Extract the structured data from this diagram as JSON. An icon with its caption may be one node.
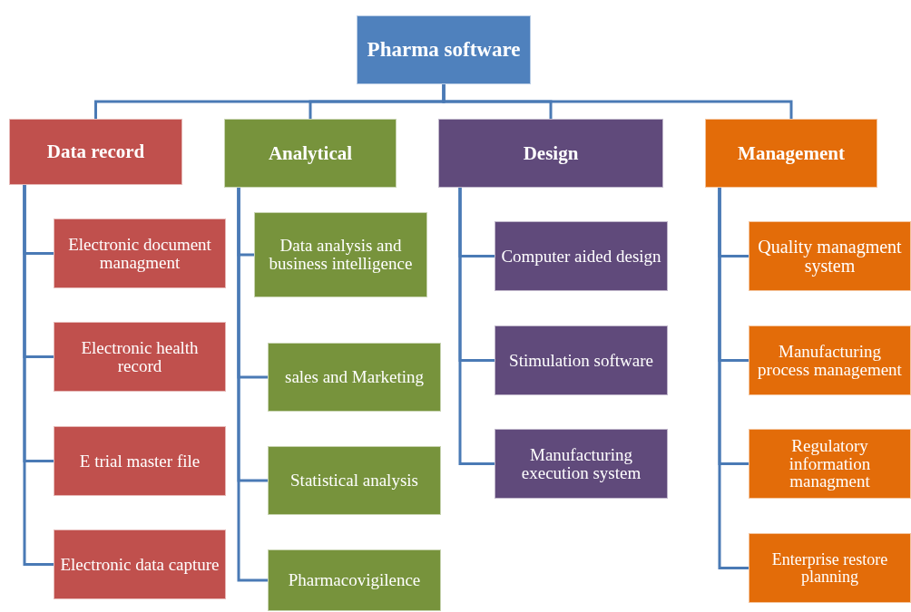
{
  "diagram": {
    "nodes": [
      {
        "text": [
          "Pharma software"
        ]
      },
      {
        "text": [
          "Data record"
        ]
      },
      {
        "text": [
          "Electronic document managment"
        ]
      },
      {
        "text": [
          "Electronic health record"
        ]
      },
      {
        "text": [
          "E trial master file"
        ]
      },
      {
        "text": [
          "Electronic data capture"
        ]
      },
      {
        "text": [
          "Analytical"
        ]
      },
      {
        "text": [
          "Data analysis and business intelligence"
        ]
      },
      {
        "text": [
          "sales and Marketing"
        ]
      },
      {
        "text": [
          "Statistical analysis"
        ]
      },
      {
        "text": [
          "Pharmacovigilence"
        ]
      },
      {
        "text": [
          "Design"
        ]
      },
      {
        "text": [
          "Computer aided design"
        ]
      },
      {
        "text": [
          "Stimulation software"
        ]
      },
      {
        "text": [
          "Manufacturing execution system"
        ]
      },
      {
        "text": [
          "Management"
        ]
      },
      {
        "text": [
          "Quality managment system"
        ]
      },
      {
        "text": [
          "Manufacturing process management"
        ]
      },
      {
        "text": [
          "Regulatory information managment"
        ]
      },
      {
        "text": [
          "Enterprise restore planning"
        ]
      }
    ],
    "edges": [
      {
        "from": 0,
        "to": 1,
        "arrow": "none"
      },
      {
        "from": 0,
        "to": 6,
        "arrow": "none"
      },
      {
        "from": 0,
        "to": 11,
        "arrow": "none"
      },
      {
        "from": 0,
        "to": 15,
        "arrow": "none"
      },
      {
        "from": 1,
        "to": 2,
        "arrow": "none"
      },
      {
        "from": 1,
        "to": 3,
        "arrow": "none"
      },
      {
        "from": 1,
        "to": 4,
        "arrow": "none"
      },
      {
        "from": 1,
        "to": 5,
        "arrow": "none"
      },
      {
        "from": 6,
        "to": 7,
        "arrow": "none"
      },
      {
        "from": 6,
        "to": 8,
        "arrow": "none"
      },
      {
        "from": 6,
        "to": 9,
        "arrow": "none"
      },
      {
        "from": 6,
        "to": 10,
        "arrow": "none"
      },
      {
        "from": 11,
        "to": 12,
        "arrow": "none"
      },
      {
        "from": 11,
        "to": 13,
        "arrow": "none"
      },
      {
        "from": 11,
        "to": 14,
        "arrow": "none"
      },
      {
        "from": 15,
        "to": 16,
        "arrow": "none"
      },
      {
        "from": 15,
        "to": 17,
        "arrow": "none"
      },
      {
        "from": 15,
        "to": 18,
        "arrow": "none"
      },
      {
        "from": 15,
        "to": 19,
        "arrow": "none"
      }
    ]
  }
}
